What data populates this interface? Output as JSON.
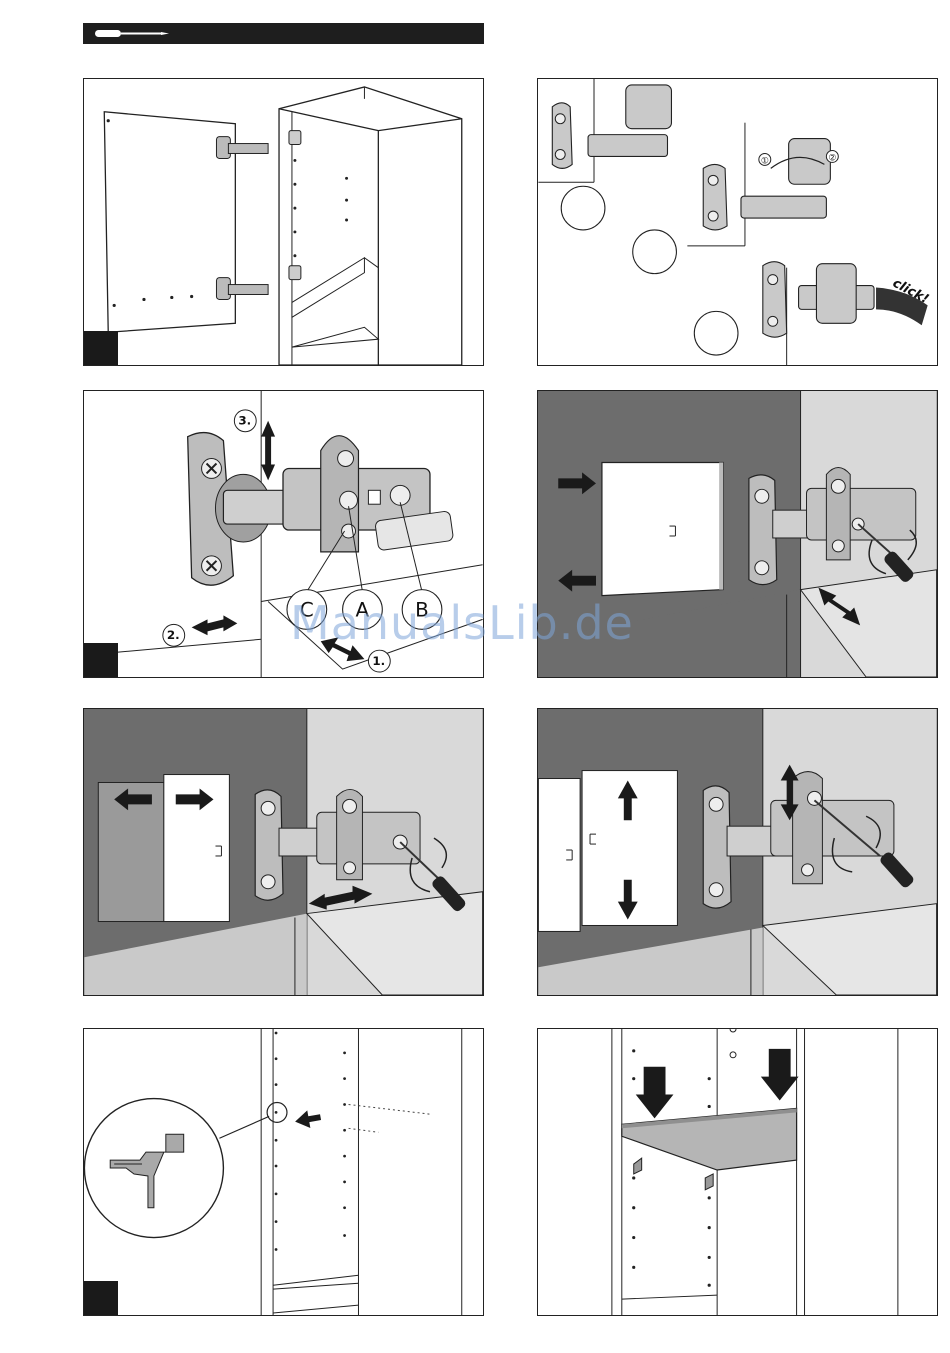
{
  "header": {
    "icon": "screwdriver-icon"
  },
  "panel2": {
    "step1": "①",
    "step2": "②",
    "click": "click!"
  },
  "panel3": {
    "step1": "1.",
    "step2": "2.",
    "step3": "3.",
    "label_c": "C",
    "label_a": "A",
    "label_b": "B"
  },
  "watermark": "ManualsLib.de",
  "colors": {
    "dark_wall": "#6d6d6d",
    "light_wall": "#d9d9d9",
    "ink": "#1a1a1a"
  }
}
